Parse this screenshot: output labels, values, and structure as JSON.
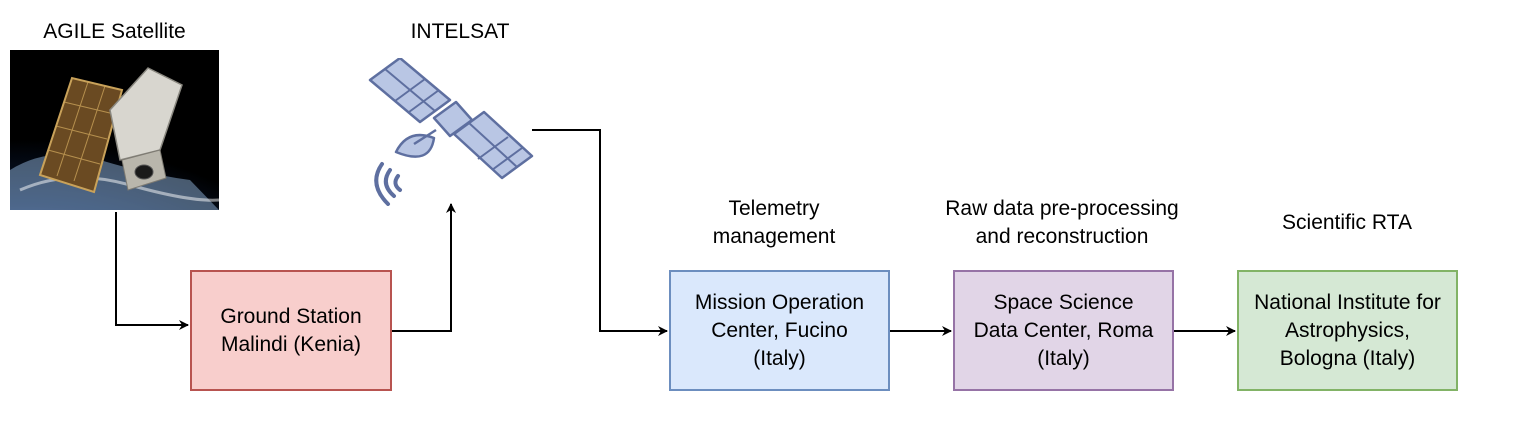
{
  "labels": {
    "agile_satellite": "AGILE Satellite",
    "intelsat": "INTELSAT",
    "telemetry": "Telemetry\nmanagement",
    "raw_data": "Raw data pre-processing\nand reconstruction",
    "scientific_rta": "Scientific RTA"
  },
  "boxes": {
    "ground_station": {
      "text": "Ground Station\nMalindi (Kenia)",
      "fill": "#f8cecc",
      "stroke": "#b85450"
    },
    "mission_operation": {
      "text": "Mission Operation\nCenter, Fucino\n(Italy)",
      "fill": "#dae8fc",
      "stroke": "#6c8ebf"
    },
    "space_science": {
      "text": "Space Science\nData Center, Roma\n(Italy)",
      "fill": "#e1d5e7",
      "stroke": "#9673a6"
    },
    "inaf": {
      "text": "National Institute for\nAstrophysics,\nBologna (Italy)",
      "fill": "#d5e8d4",
      "stroke": "#82b366"
    }
  },
  "colors": {
    "arrow": "#000000",
    "satellite_icon_fill": "#b9c6e4",
    "satellite_icon_stroke": "#5e6fa0"
  },
  "icons": {
    "agile": "satellite-photo",
    "intelsat": "communication-satellite-icon"
  }
}
